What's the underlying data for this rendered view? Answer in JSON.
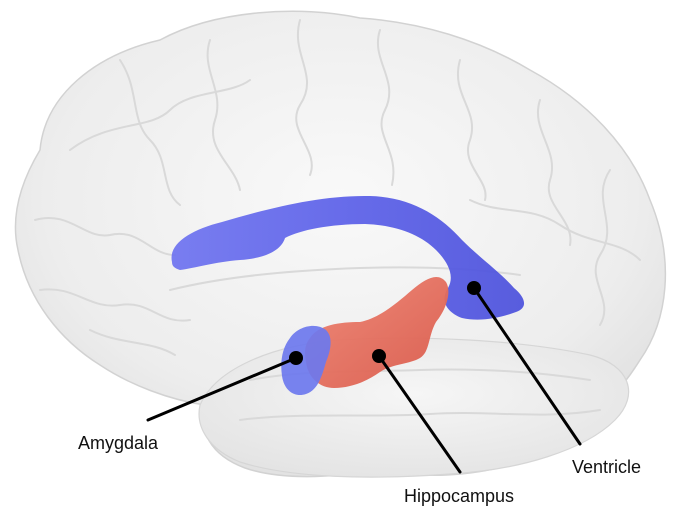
{
  "labels": {
    "amygdala": "Amygdala",
    "hippocampus": "Hippocampus",
    "ventricle": "Ventricle"
  },
  "colors": {
    "brain_fill": "#ececec",
    "brain_edge": "#d2d2d2",
    "ventricle": "#5a5fe8",
    "hippocampus": "#e8705e",
    "amygdala": "#6d78ee",
    "pointer": "#000000",
    "text": "#111111"
  }
}
